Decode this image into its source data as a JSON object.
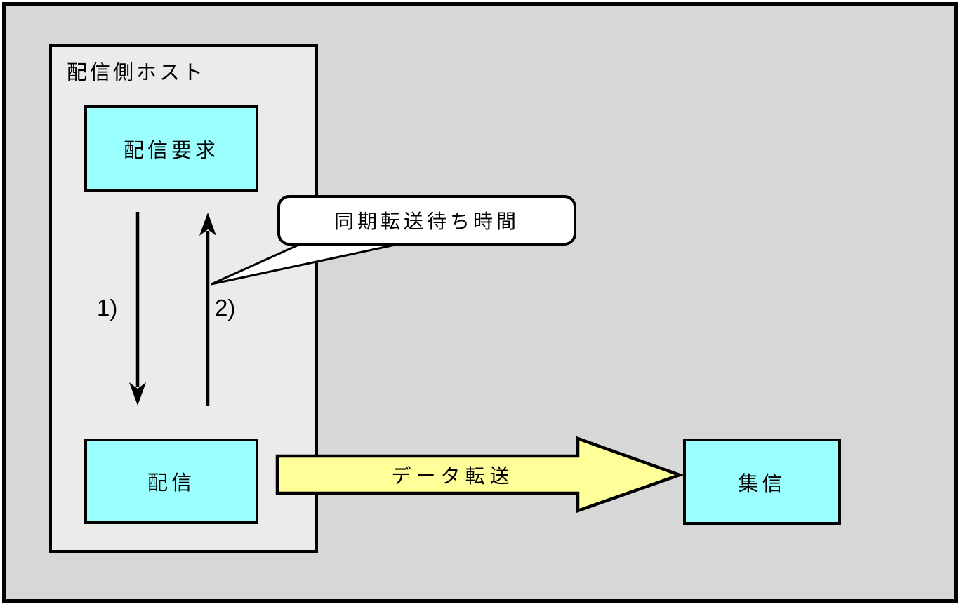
{
  "diagram": {
    "host": {
      "label": "配信側ホスト"
    },
    "nodes": {
      "request": "配信要求",
      "distribute": "配信",
      "collect": "集信"
    },
    "arrows": {
      "step1_label": "1)",
      "step2_label": "2)",
      "transfer_label": "データ転送"
    },
    "callout": {
      "label": "同期転送待ち時間"
    },
    "colors": {
      "background": "#D7D7D7",
      "host_fill": "#EBEBEB",
      "node_fill": "#99FFFF",
      "arrow_fill": "#FFFF99",
      "callout_fill": "#FFFFFF",
      "line": "#000000"
    }
  }
}
